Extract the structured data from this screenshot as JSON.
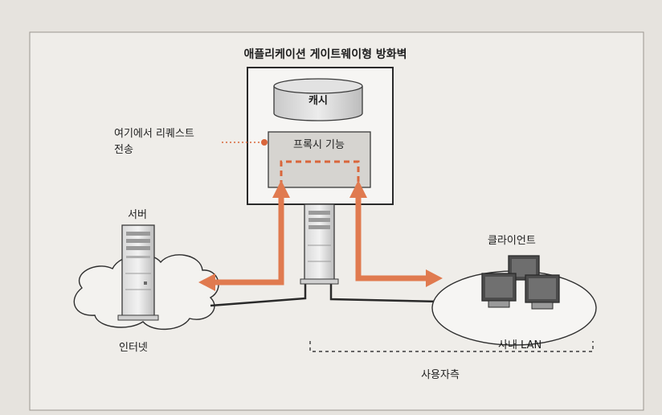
{
  "diagram": {
    "title": "애플리케이션 게이트웨이형 방화벽",
    "cache_label": "캐시",
    "proxy_label": "프록시 기능",
    "relay_note_line1": "여기에서 리퀘스트",
    "relay_note_line2": "전송",
    "server_label": "서버",
    "internet_label": "인터넷",
    "client_label": "클라이언트",
    "lan_label": "사내 LAN",
    "user_side_label": "사용자측"
  },
  "colors": {
    "arrow": "#e07a4f",
    "proxy_dashed": "#d9663b",
    "outline": "#2a2a2a",
    "frame_fill": "#f6f5f3",
    "proxy_fill": "#d6d4d0"
  }
}
